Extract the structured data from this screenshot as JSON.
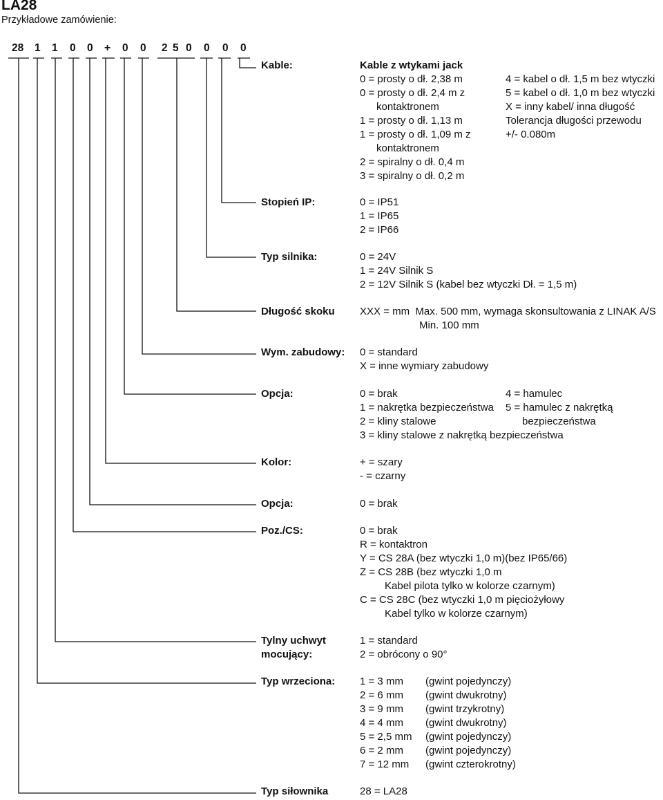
{
  "header": {
    "title": "LA28",
    "subtitle": "Przykładowe zamówienie:"
  },
  "order_code": [
    "28",
    "1",
    "1",
    "0",
    "0",
    "+",
    "0",
    "0",
    "2",
    "5",
    "0",
    "0",
    "0",
    "0"
  ],
  "rows": [
    {
      "label": "Kable:",
      "values": [
        "Kable z wtykami jack",
        "0 = prosty o dł. 2,38 m",
        "0 = prosty o dł. 2,4 m z",
        "kontaktronem",
        "1 = prosty o dł. 1,13 m",
        "1 = prosty o dł. 1,09 m z",
        "kontaktronem",
        "2 = spiralny o dł. 0,4 m",
        "3 = spiralny o dł. 0,2 m"
      ],
      "values_right": [
        "4 = kabel o dł. 1,5 m bez wtyczki",
        "5 = kabel o dł. 1,0 m bez wtyczki",
        "X = inny kabel/ inna długość",
        "Tolerancja długości przewodu",
        "+/- 0.080m"
      ]
    },
    {
      "label": "Stopień IP:",
      "values": [
        "0 = IP51",
        "1 = IP65",
        "2 = IP66"
      ]
    },
    {
      "label": "Typ silnika:",
      "values": [
        "0 = 24V",
        "1 = 24V Silnik S",
        "2 = 12V Silnik S (kabel bez wtyczki Dł. = 1,5 m)"
      ]
    },
    {
      "label": "Długość skoku",
      "values": [
        "XXX = mm  Max. 500 mm, wymaga skonsultowania z LINAK A/S",
        "Min. 100 mm"
      ]
    },
    {
      "label": "Wym. zabudowy:",
      "values": [
        "0 = standard",
        "X = inne wymiary zabudowy"
      ]
    },
    {
      "label": "Opcja:",
      "values": [
        "0 = brak",
        "1 = nakrętka bezpieczeństwa",
        "2 = kliny stalowe",
        "3 = kliny stalowe z nakrętką bezpieczeństwa"
      ],
      "values_right": [
        "4 = hamulec",
        "5 = hamulec z nakrętką",
        "bezpieczeństwa"
      ]
    },
    {
      "label": "Kolor:",
      "values": [
        "+ = szary",
        "- = czarny"
      ]
    },
    {
      "label": "Opcja:",
      "values": [
        "0 = brak"
      ]
    },
    {
      "label": "Poz./CS:",
      "values": [
        "0 = brak",
        "R = kontaktron",
        "Y = CS 28A (bez wtyczki 1,0 m)(bez IP65/66)",
        "Z = CS 28B (bez wtyczki 1,0 m",
        "Kabel pilota tylko w kolorze czarnym)",
        "C = CS 28C (bez wtyczki 1,0 m pięciożyłowy",
        "Kabel tylko w kolorze czarnym)"
      ]
    },
    {
      "label_lines": [
        "Tylny uchwyt",
        "mocujący:"
      ],
      "values": [
        "1 = standard",
        "2 = obrócony o 90°"
      ]
    },
    {
      "label": "Typ wrzeciona:",
      "values": [
        "1 = 3 mm",
        "2 = 6 mm",
        "3 = 9 mm",
        "4 = 4 mm",
        "5 = 2,5 mm",
        "6 = 2 mm",
        "7 = 12 mm"
      ],
      "notes": [
        "(gwint pojedynczy)",
        "(gwint dwukrotny)",
        "(gwint trzykrotny)",
        "(gwint dwukrotny)",
        "(gwint pojedynczy)",
        "(gwint pojedynczy)",
        "(gwint czterokrotny)"
      ]
    },
    {
      "label": "Typ siłownika",
      "values": [
        "28 = LA28"
      ]
    }
  ]
}
